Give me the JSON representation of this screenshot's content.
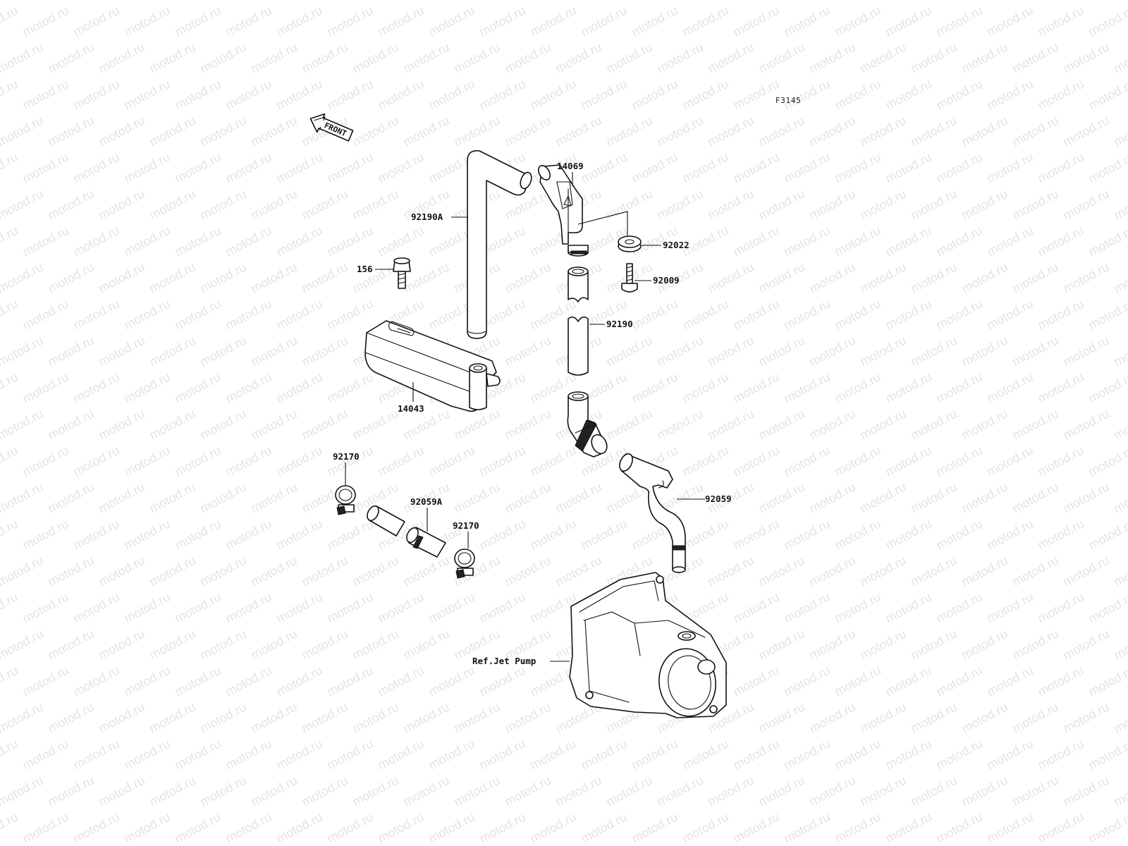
{
  "diagram": {
    "figure_code": "F3145",
    "watermark_text": "motod.ru",
    "front_arrow_text": "FRONT",
    "parts": [
      {
        "id": "92190A",
        "label": "92190A"
      },
      {
        "id": "14069",
        "label": "14069"
      },
      {
        "id": "92022",
        "label": "92022"
      },
      {
        "id": "156",
        "label": "156"
      },
      {
        "id": "92009",
        "label": "92009"
      },
      {
        "id": "92190",
        "label": "92190"
      },
      {
        "id": "14043",
        "label": "14043"
      },
      {
        "id": "92170a",
        "label": "92170"
      },
      {
        "id": "92059A",
        "label": "92059A"
      },
      {
        "id": "92170b",
        "label": "92170"
      },
      {
        "id": "92059",
        "label": "92059"
      },
      {
        "id": "jetpump",
        "label": "Ref.Jet Pump"
      }
    ]
  }
}
